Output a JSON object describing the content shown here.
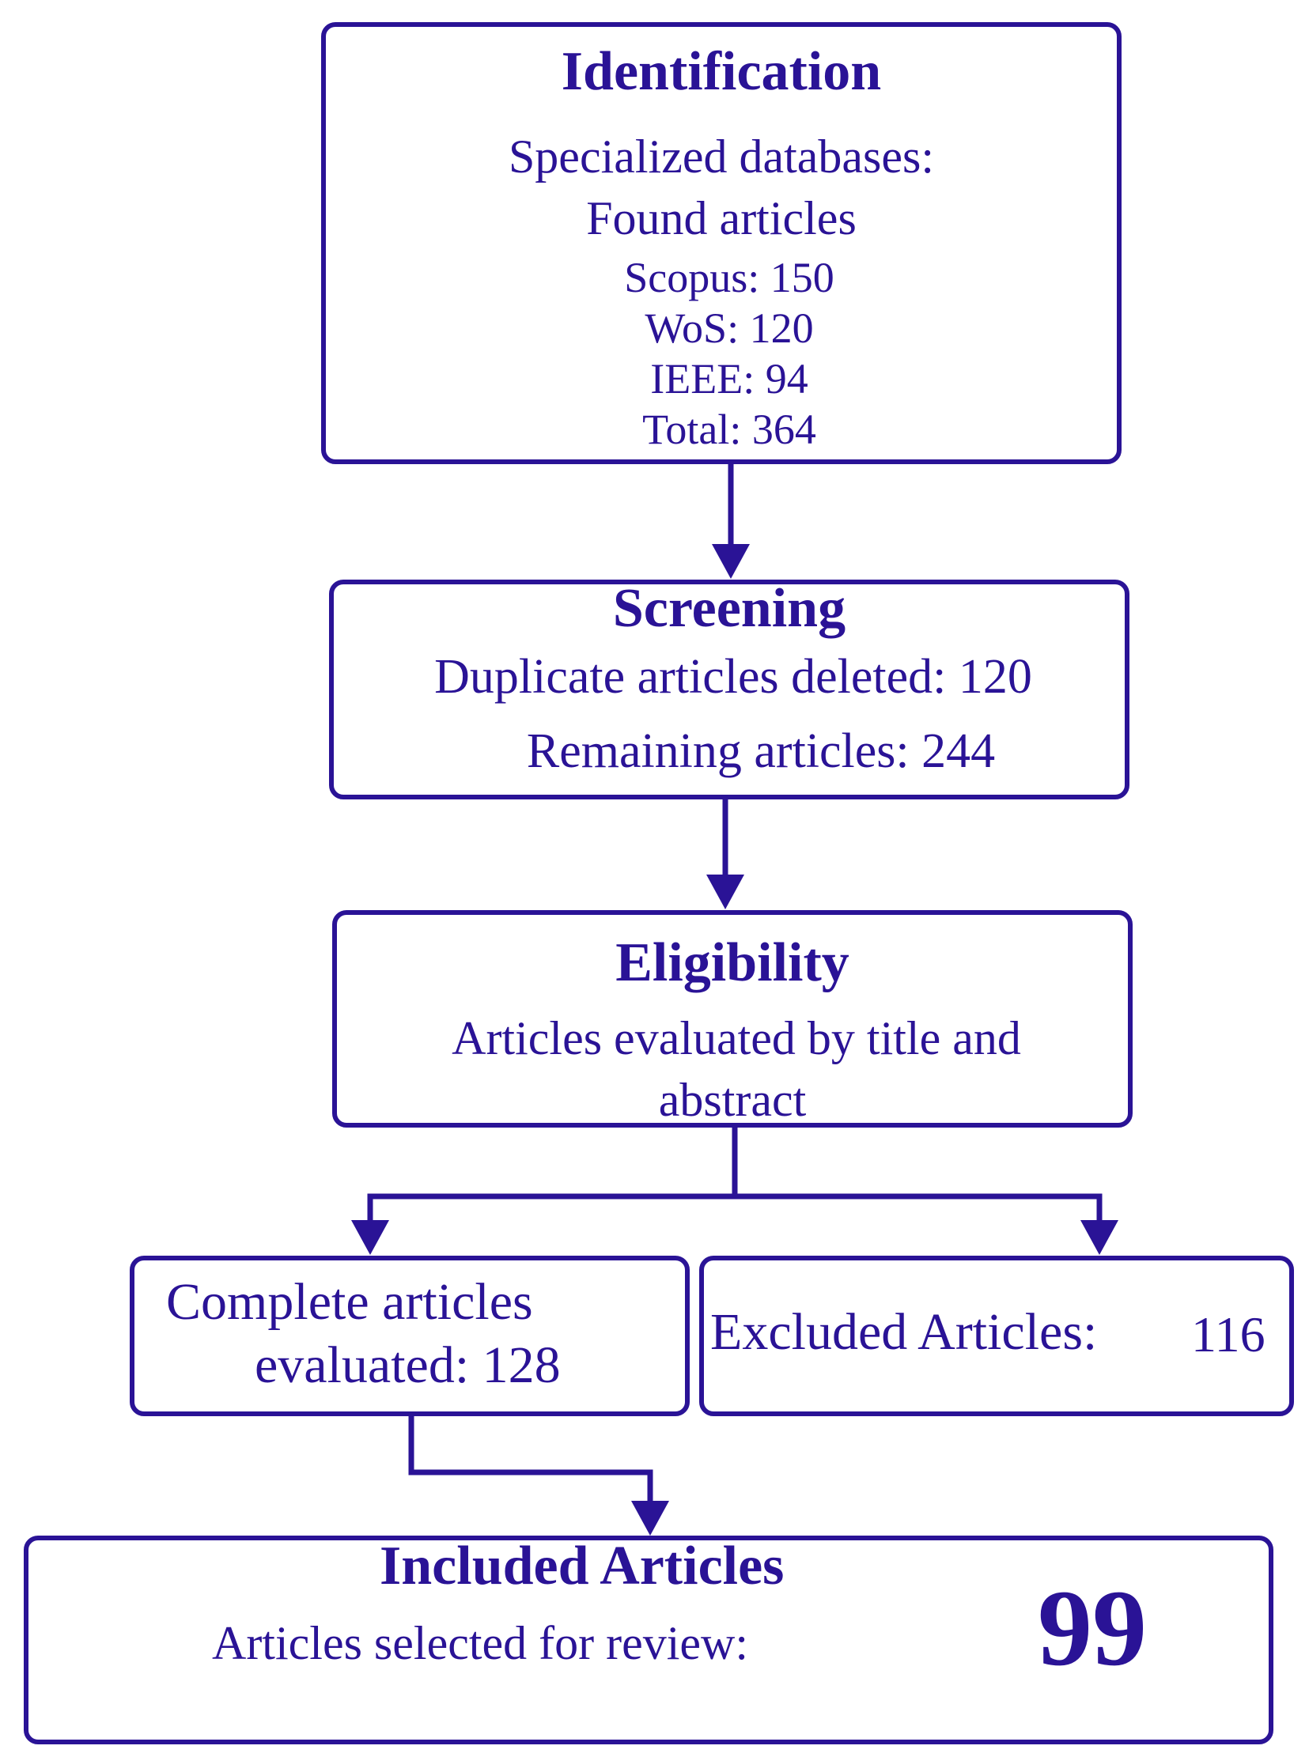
{
  "colors": {
    "stroke": "#2a1396",
    "text": "#2a1396",
    "background": "#ffffff"
  },
  "identification": {
    "title": "Identification",
    "line1": "Specialized databases:",
    "line2": "Found articles",
    "scopus": "Scopus: 150",
    "wos": "WoS: 120",
    "ieee": "IEEE: 94",
    "total": "Total: 364"
  },
  "screening": {
    "title": "Screening",
    "line1": "Duplicate articles deleted: 120",
    "line2": "Remaining articles: 244"
  },
  "eligibility": {
    "title": "Eligibility",
    "line1": "Articles evaluated by title and",
    "line2": "abstract"
  },
  "complete": {
    "line1": "Complete articles",
    "line2": "evaluated:  128"
  },
  "excluded": {
    "label": "Excluded Articles:",
    "value": "116"
  },
  "included": {
    "title": "Included Articles",
    "label": "Articles selected for review:",
    "value": "99"
  }
}
